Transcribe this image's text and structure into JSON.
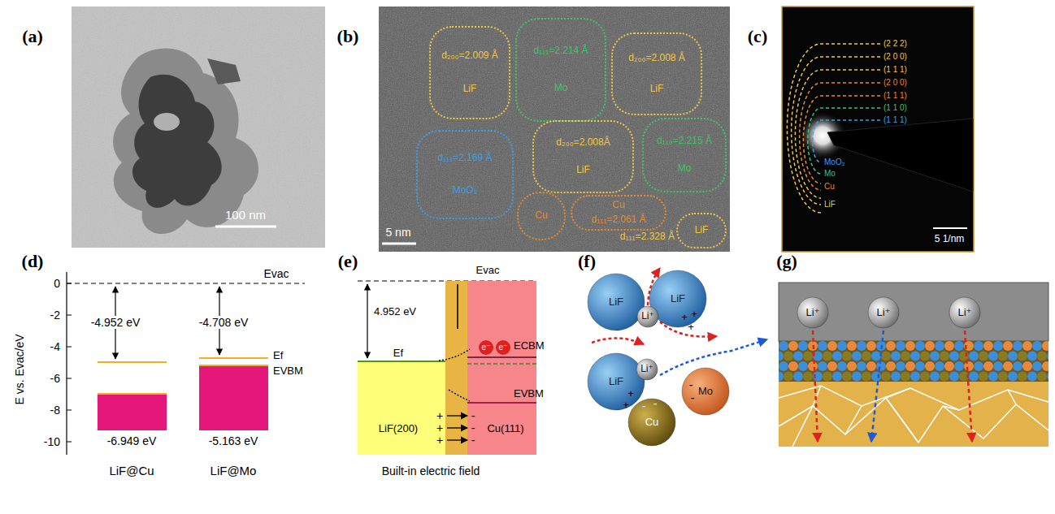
{
  "diagram": {
    "nodes": [
      {
        "text": [
          "d₂₀₀=2.009 Å",
          "LiF"
        ]
      },
      {
        "text": [
          "d₁₁₁=2.214 Å",
          "Mo"
        ]
      },
      {
        "text": [
          "d₂₀₀=2.008 Å",
          "LiF"
        ]
      },
      {
        "text": [
          "d₁₁₁=2.169 Å",
          "MoO₂"
        ]
      },
      {
        "text": [
          "d₂₀₀=2.008Å",
          "LiF"
        ]
      },
      {
        "text": [
          "d₁₁₀=2.215 Å",
          "Mo"
        ]
      },
      {
        "text": [
          "Cu"
        ]
      },
      {
        "text": [
          "Cu",
          "d₁₁₁=2.061 Å"
        ]
      },
      {
        "text": [
          "d₁₁₁=2.328 Å",
          "LiF"
        ]
      },
      {
        "text": [
          "LiF"
        ]
      },
      {
        "text": [
          "LiF"
        ]
      },
      {
        "text": [
          "Li⁺"
        ]
      },
      {
        "text": [
          "LiF"
        ]
      },
      {
        "text": [
          "Li⁺"
        ]
      },
      {
        "text": [
          "Cu"
        ]
      },
      {
        "text": [
          "Mo"
        ]
      },
      {
        "text": [
          "Li⁺"
        ]
      },
      {
        "text": [
          "Li⁺"
        ]
      },
      {
        "text": [
          "Li⁺"
        ]
      }
    ],
    "labels": [
      "(a)",
      "100 nm",
      "(b)",
      "5 nm",
      "(c)",
      "(2 2 2)",
      "(2 0 0)",
      "(1 1 1)",
      "(2 0 0)",
      "(1 1 1)",
      "(1 1 0)",
      "(1 1 1)",
      "MoO₂",
      "Mo",
      "Cu",
      "LiF",
      "5 1/nm",
      "(d)",
      "E vs. Evac/eV",
      "0",
      "-2",
      "-4",
      "-6",
      "-8",
      "-10",
      "Evac",
      "-4.952 eV",
      "-4.708 eV",
      "Ef",
      "EVBM",
      "-6.949 eV",
      "-5.163 eV",
      "LiF@Cu",
      "LiF@Mo",
      "(e)",
      "Evac",
      "4.952 eV",
      "Ef",
      "ECBM",
      "EVBM",
      "e⁻",
      "e⁻",
      "+",
      "+",
      "+",
      "-",
      "-",
      "-",
      "LiF(200)",
      "Cu(111)",
      "Built-in electric field",
      "(f)",
      "+",
      "+",
      "+",
      "+",
      "+",
      "-",
      "-",
      "-",
      "-",
      "(g)"
    ]
  }
}
